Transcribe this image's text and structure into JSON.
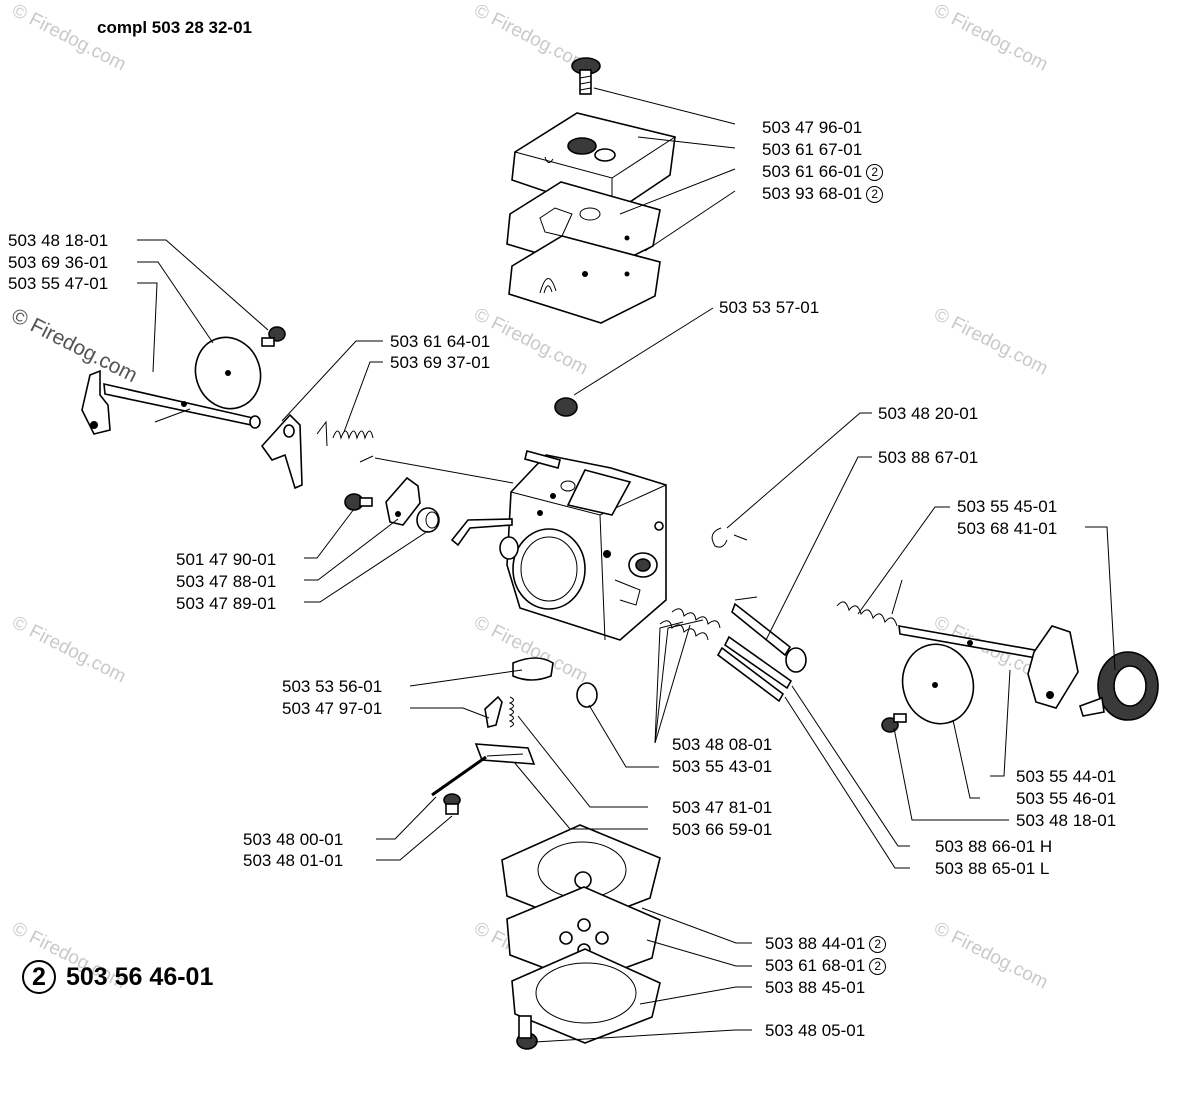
{
  "title": "compl 503 28 32-01",
  "kit": {
    "circle": "2",
    "number": "503 56 46-01"
  },
  "watermark": "© Firedog.com",
  "parts": {
    "p01": {
      "number": "503 47 96-01"
    },
    "p02": {
      "number": "503 61 67-01"
    },
    "p03": {
      "number": "503 61 66-01",
      "mark": "2"
    },
    "p04": {
      "number": "503 93 68-01",
      "mark": "2"
    },
    "p05": {
      "number": "503 53 57-01"
    },
    "p06": {
      "number": "503 48 18-01"
    },
    "p07": {
      "number": "503 69 36-01"
    },
    "p08": {
      "number": "503 55 47-01"
    },
    "p09": {
      "number": "503 61 64-01"
    },
    "p10": {
      "number": "503 69 37-01"
    },
    "p11": {
      "number": "503 48 20-01"
    },
    "p12": {
      "number": "503 88 67-01"
    },
    "p13": {
      "number": "503 55 45-01"
    },
    "p14": {
      "number": "503 68 41-01"
    },
    "p15": {
      "number": "501 47 90-01"
    },
    "p16": {
      "number": "503 47 88-01"
    },
    "p17": {
      "number": "503 47 89-01"
    },
    "p18": {
      "number": "503 53 56-01"
    },
    "p19": {
      "number": "503 47 97-01"
    },
    "p20": {
      "number": "503 48 08-01"
    },
    "p21": {
      "number": "503 55 43-01"
    },
    "p22": {
      "number": "503 47 81-01"
    },
    "p23": {
      "number": "503 66 59-01"
    },
    "p24": {
      "number": "503 48 00-01"
    },
    "p25": {
      "number": "503 48 01-01"
    },
    "p26": {
      "number": "503 55 44-01"
    },
    "p27": {
      "number": "503 55 46-01"
    },
    "p28": {
      "number": "503 48 18-01"
    },
    "p29": {
      "number": "503 88 66-01 H"
    },
    "p30": {
      "number": "503 88 65-01 L"
    },
    "p31": {
      "number": "503 88 44-01",
      "mark": "2"
    },
    "p32": {
      "number": "503 61 68-01",
      "mark": "2"
    },
    "p33": {
      "number": "503 88 45-01"
    },
    "p34": {
      "number": "503 48 05-01"
    }
  }
}
